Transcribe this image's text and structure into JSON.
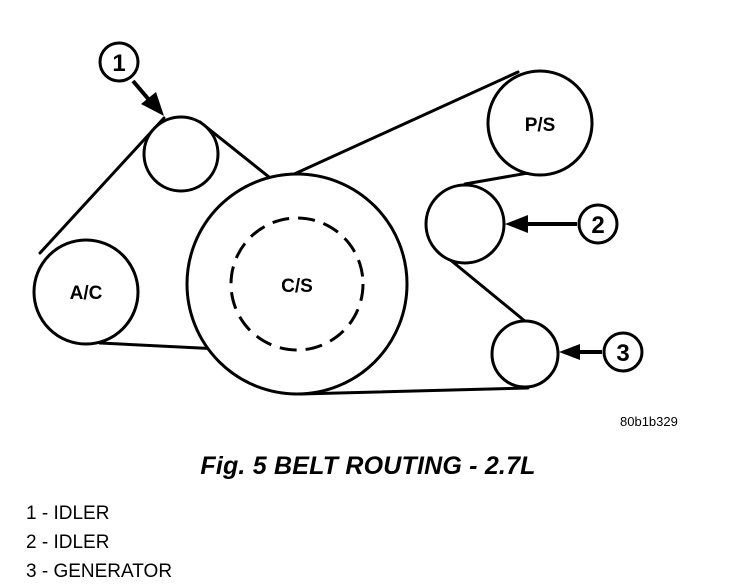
{
  "diagram": {
    "pulleys": {
      "ac": "A/C",
      "cs": "C/S",
      "ps": "P/S"
    },
    "callouts": [
      "1",
      "2",
      "3"
    ],
    "image_code": "80b1b329"
  },
  "caption": "Fig. 5 BELT ROUTING - 2.7L",
  "legend": [
    "1 - IDLER",
    "2 - IDLER",
    "3 - GENERATOR"
  ]
}
